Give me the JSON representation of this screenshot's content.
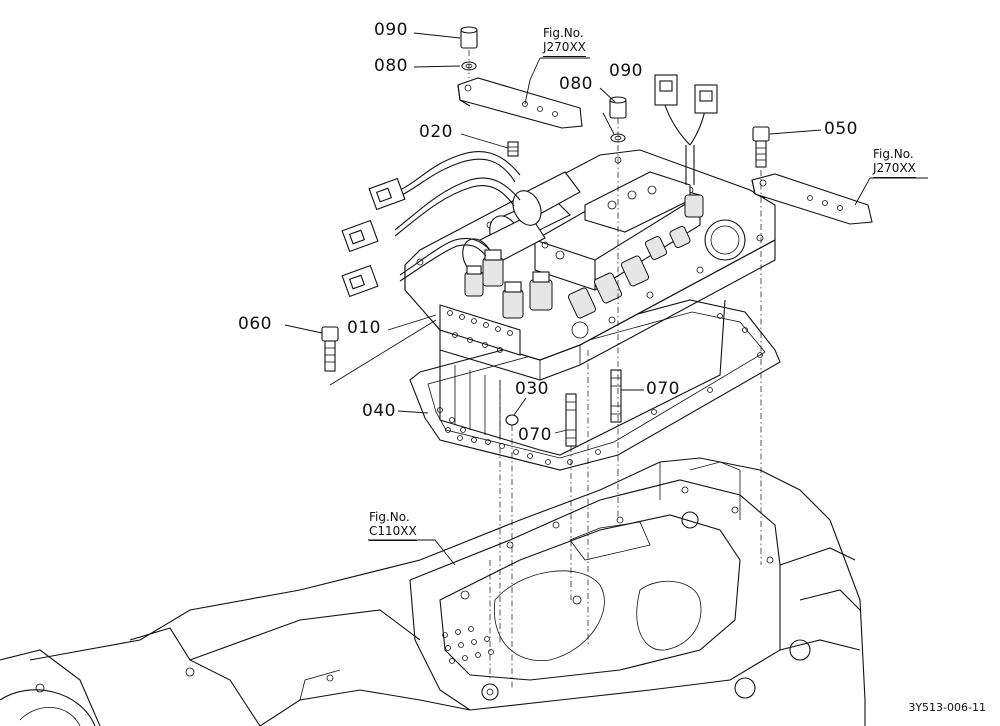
{
  "callouts": {
    "p010": "010",
    "p020": "020",
    "p030": "030",
    "p040": "040",
    "p050": "050",
    "p060": "060",
    "p070a": "070",
    "p070b": "070",
    "p080a": "080",
    "p080b": "080",
    "p090a": "090",
    "p090b": "090"
  },
  "fig_refs": {
    "top": {
      "title": "Fig.No.",
      "code": "J270XX"
    },
    "right": {
      "title": "Fig.No.",
      "code": "J270XX"
    },
    "bottom": {
      "title": "Fig.No.",
      "code": "C110XX"
    }
  },
  "drawing_code": "3Y513-006-11"
}
